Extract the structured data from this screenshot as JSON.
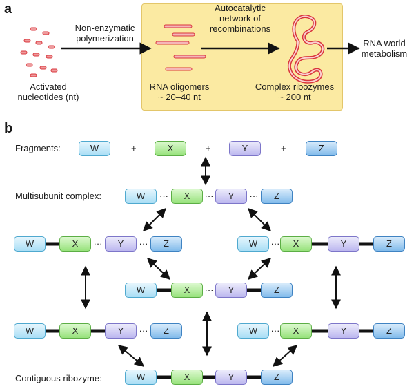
{
  "panel_a": {
    "label": "a",
    "nucleotides_label": "Activated\nnucleotides (nt)",
    "step1_label": "Non-enzymatic\npolymerization",
    "step2_label": "Autocatalytic\nnetwork of\nrecombinations",
    "oligomers_label": "RNA oligomers\n~ 20–40 nt",
    "ribozymes_label": "Complex ribozymes\n~ 200 nt",
    "result_label": "RNA world\nmetabolism"
  },
  "panel_b": {
    "label": "b",
    "fragments_label": "Fragments:",
    "multisubunit_label": "Multisubunit complex:",
    "contiguous_label": "Contiguous ribozyme:",
    "plus": "+",
    "ellipsis": "···",
    "subunits": {
      "W": "W",
      "X": "X",
      "Y": "Y",
      "Z": "Z"
    }
  },
  "colors": {
    "highlight_box": "#fbeaa2",
    "rna_strand": "#e0474c",
    "W": "#a9def5",
    "X": "#97e27c",
    "Y": "#bcb7ef",
    "Z": "#82bbeb"
  }
}
